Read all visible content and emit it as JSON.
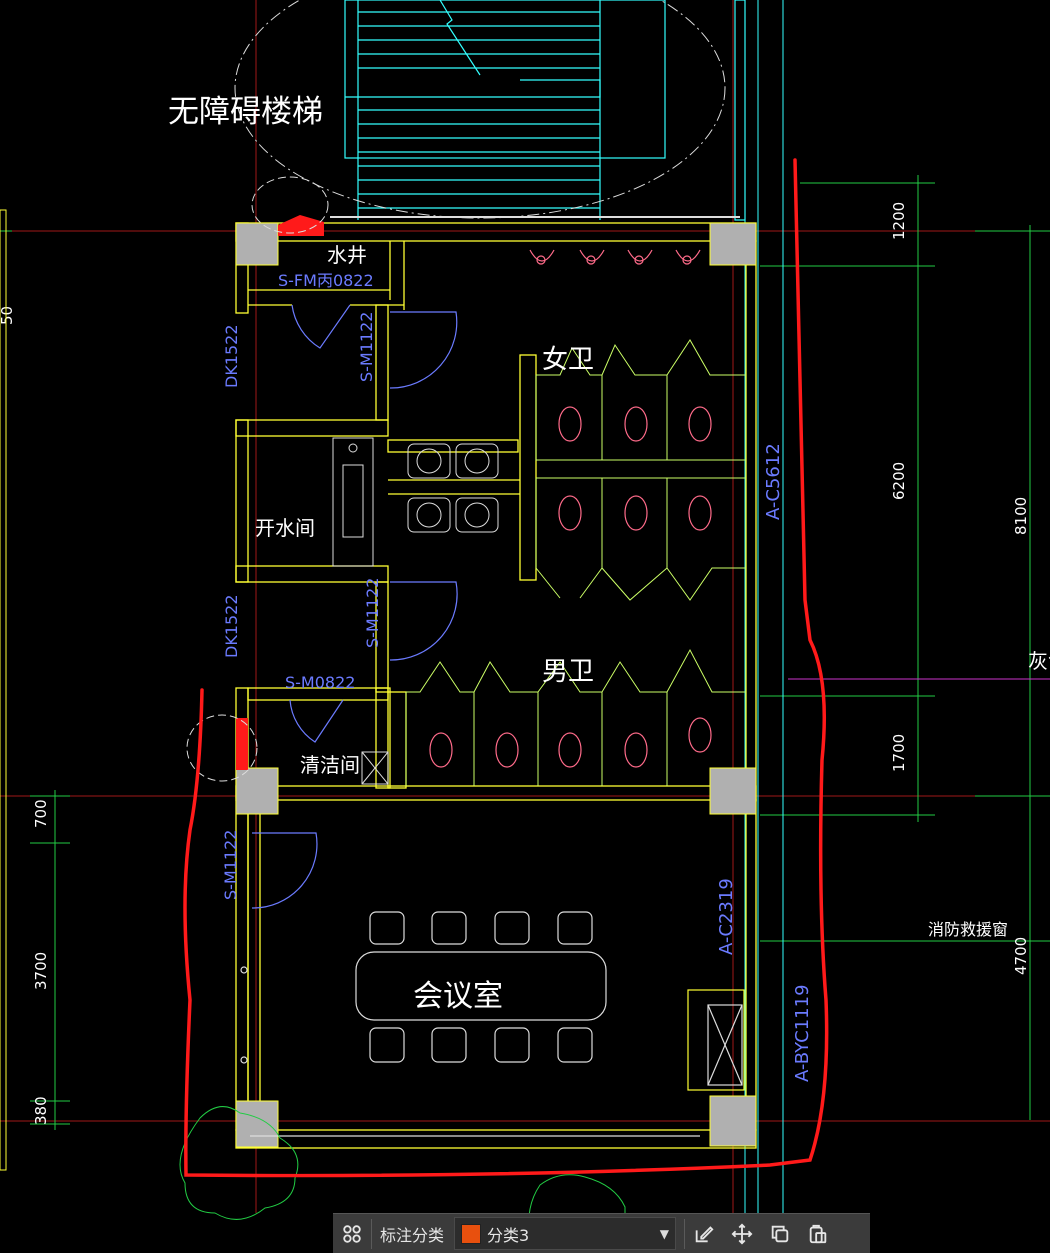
{
  "labels": {
    "stair": "无障碍楼梯",
    "shaft": "水井",
    "door_fm": "S-FM丙0822",
    "women": "女卫",
    "men": "男卫",
    "boiler": "开水间",
    "cleaning": "清洁间",
    "meeting": "会议室",
    "dk_upper": "DK1522",
    "dk_lower": "DK1522",
    "door_m1122_a": "S-M1122",
    "door_m1122_b": "S-M1122",
    "door_m1122_c": "S-M1122",
    "door_m0822": "S-M0822",
    "window_c5612": "A-C5612",
    "window_c2319": "A-C2319",
    "window_byc": "A-BYC1119",
    "rescue_window": "消防救援窗",
    "partial_text": "灰色"
  },
  "dimensions": {
    "right": [
      "1200",
      "6200",
      "1700"
    ],
    "far_right": [
      "8100",
      "4700"
    ],
    "left": [
      "700",
      "3700",
      "380"
    ],
    "left_edge": "50"
  },
  "toolbar": {
    "category_label": "标注分类",
    "selected": "分类3",
    "swatch_color": "#e8500e",
    "buttons": [
      "grid-icon",
      "edit-icon",
      "move-icon",
      "copy-icon",
      "paste-icon"
    ]
  },
  "colors": {
    "background": "#000000",
    "markup_red": "#ff1a1a",
    "wall_yellow": "#ffff33",
    "stair_cyan": "#33ffff",
    "door_blue": "#6b7bff",
    "fixture_red": "#ff6b8a",
    "grid_green": "#22cc44",
    "axis_red": "#c02020"
  }
}
